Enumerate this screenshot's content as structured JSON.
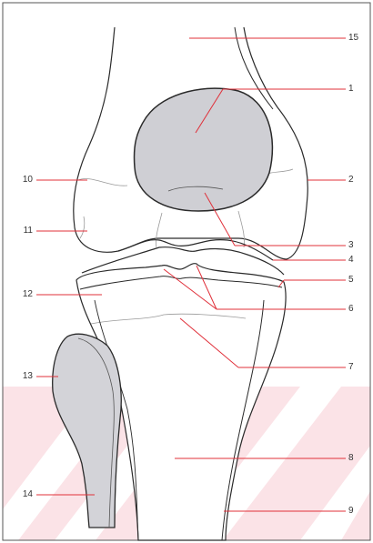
{
  "colors": {
    "outline": "#2a2a2a",
    "bone_fill": "#ffffff",
    "patella_fill": "#cfcfd4",
    "fibula_fill": "#d3d3d8",
    "leader": "#e0303a",
    "watermark": "#f6c9d0",
    "frame": "#555555"
  },
  "labels": {
    "n1": "1",
    "n2": "2",
    "n3": "3",
    "n4": "4",
    "n5": "5",
    "n6": "6",
    "n7": "7",
    "n8": "8",
    "n9": "9",
    "n10": "10",
    "n11": "11",
    "n12": "12",
    "n13": "13",
    "n14": "14",
    "n15": "15"
  }
}
